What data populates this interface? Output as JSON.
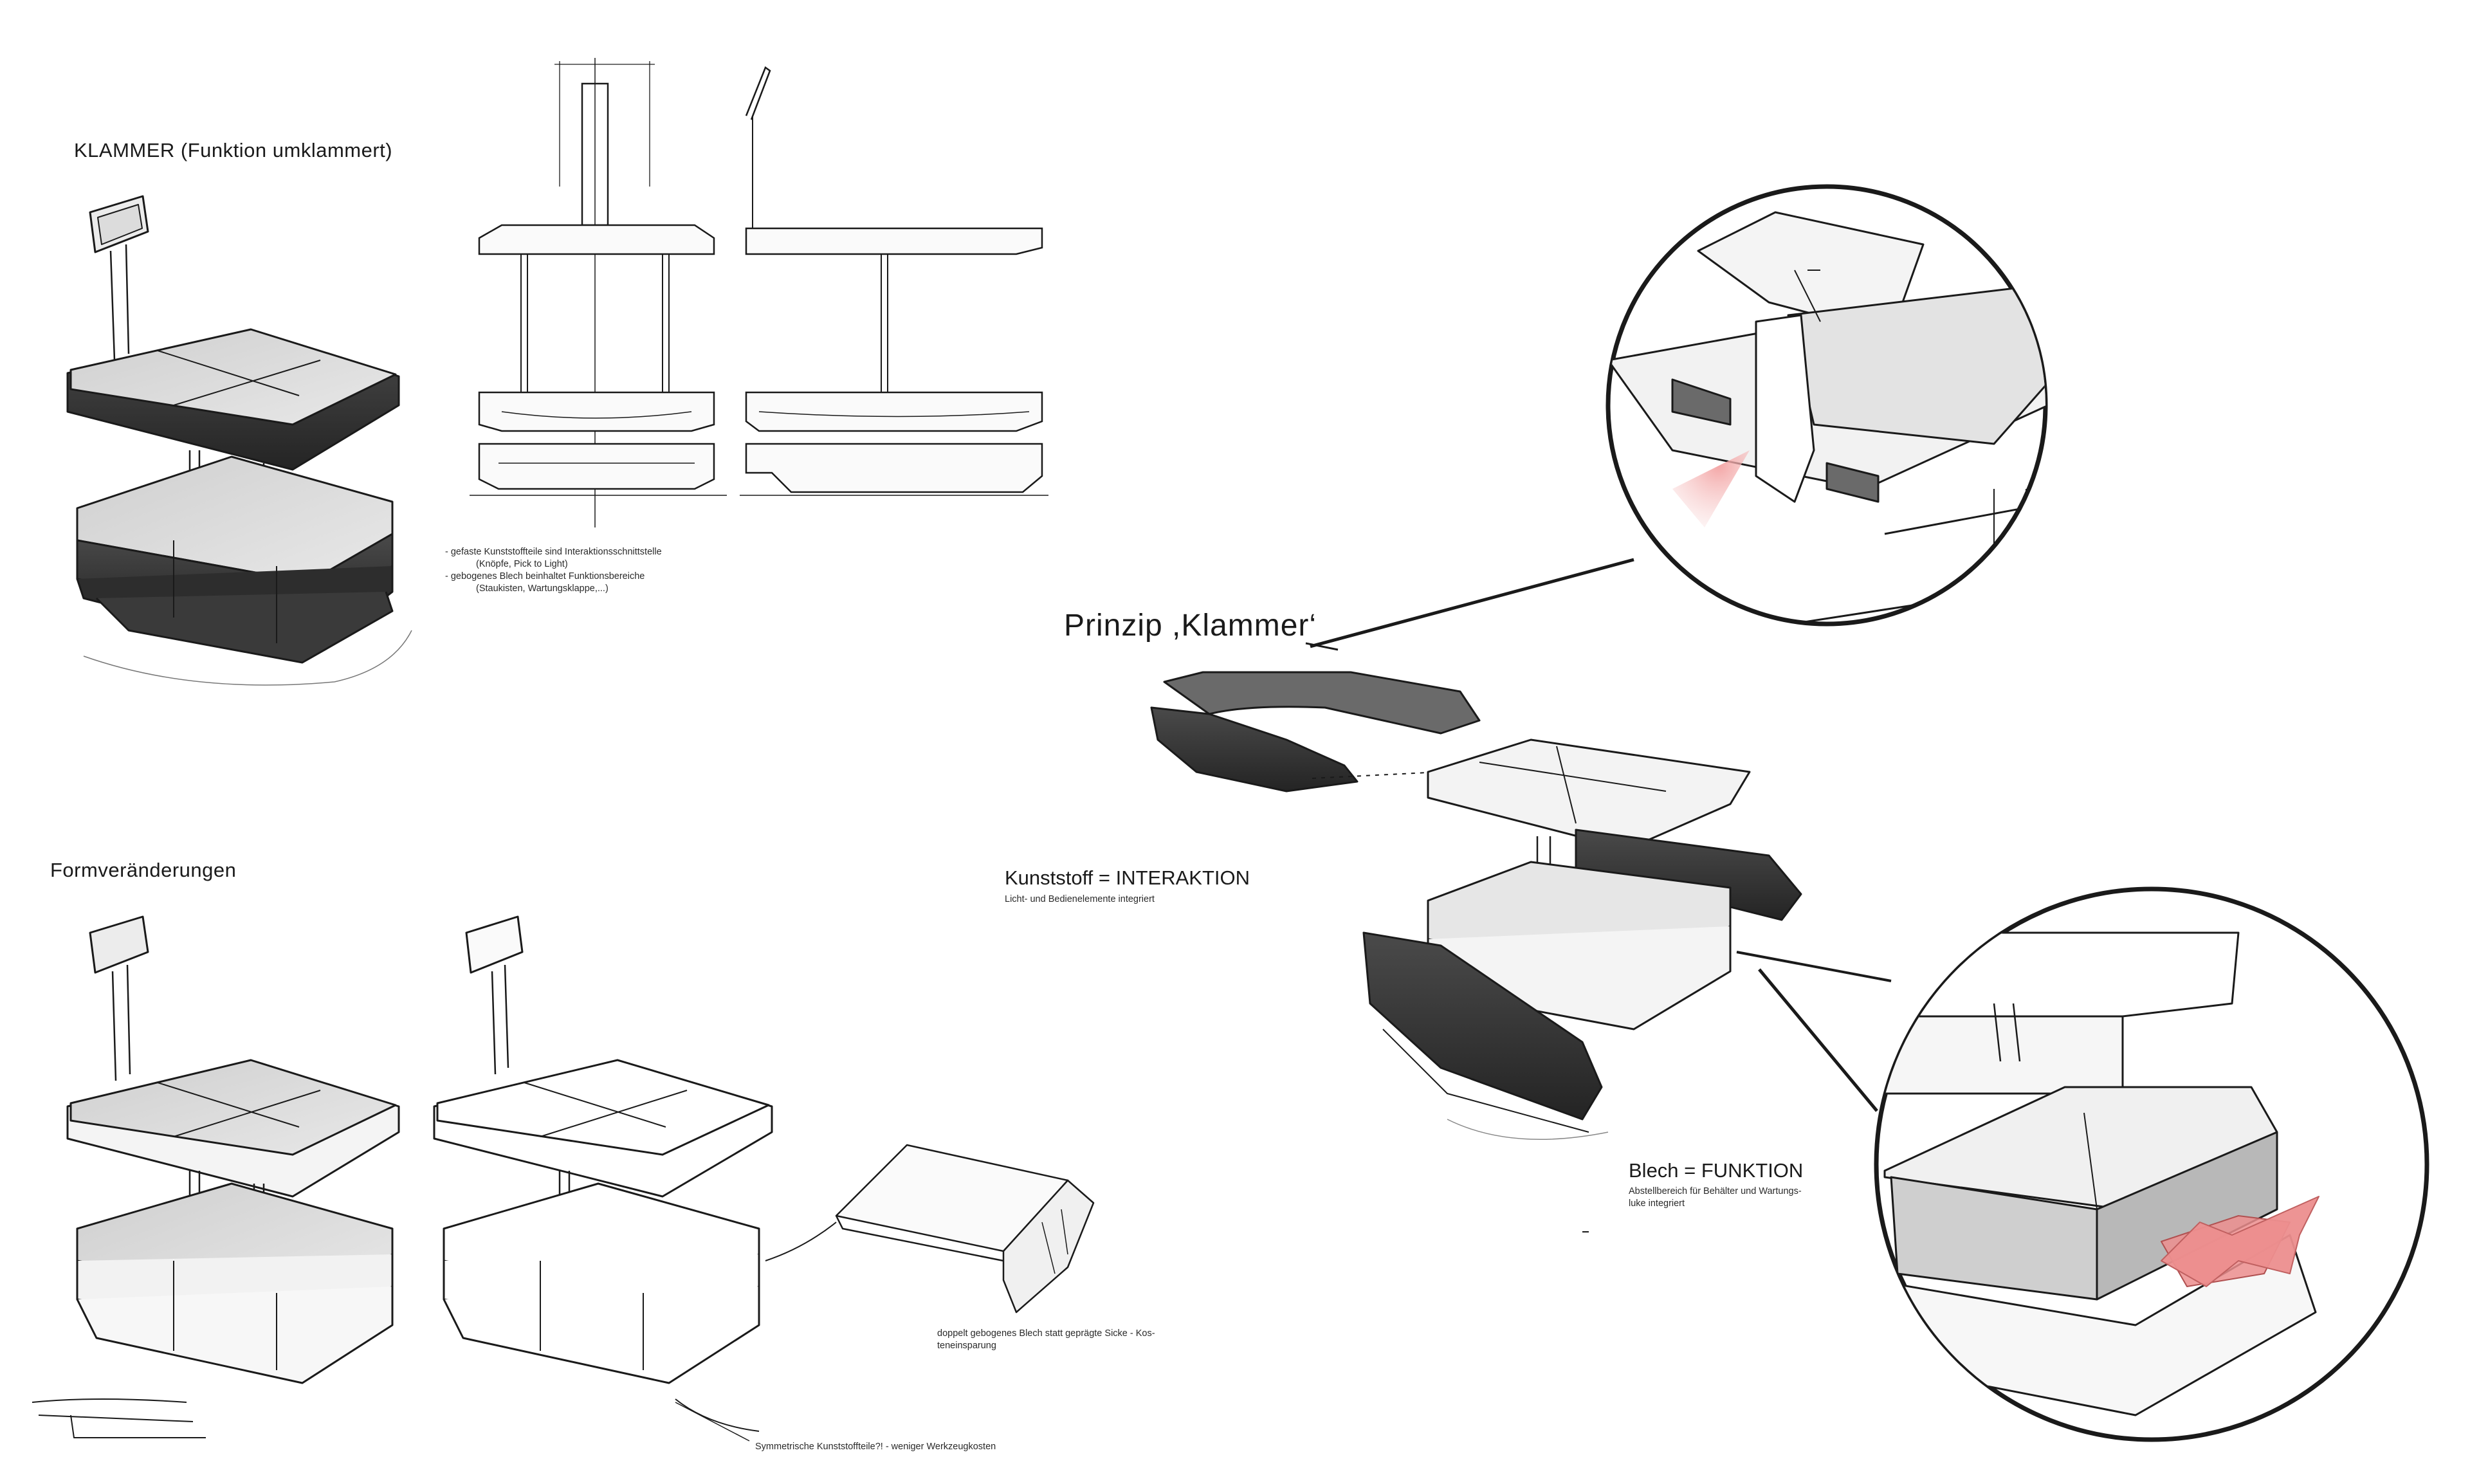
{
  "headings": {
    "klammer": "KLAMMER (Funktion umklammert)",
    "formveraenderungen": "Formveränderungen",
    "prinzip": "Prinzip ,Klammer‘",
    "kunststoff": "Kunststoff = INTERAKTION",
    "blech": "Blech = FUNKTION"
  },
  "notes": {
    "klammer": [
      "- gefaste Kunststoffteile sind Interaktionsschnittstelle",
      "(Knöpfe, Pick to Light)",
      "- gebogenes Blech beinhaltet Funktionsbereiche",
      "(Staukisten, Wartungsklappe,...)"
    ],
    "kunststoff": "Licht- und Bedienelemente integriert",
    "blech": [
      "Abstellbereich für Behälter und Wartungs-",
      "luke integriert"
    ],
    "blech_sicke": [
      "doppelt gebogenes Blech statt geprägte Sicke - Kos-",
      "teneinsparung"
    ],
    "symmetrisch": "Symmetrische Kunststoffteile?! - weniger Werkzeugkosten"
  },
  "colors": {
    "ink": "#1a1a1a",
    "dark_plastic": "#3a3a3a",
    "light_fill": "#d6d6d6",
    "arrow_red": "#ec8e8e"
  },
  "icons": [
    "magnifier-circle",
    "red-light-cone",
    "red-arrow"
  ]
}
